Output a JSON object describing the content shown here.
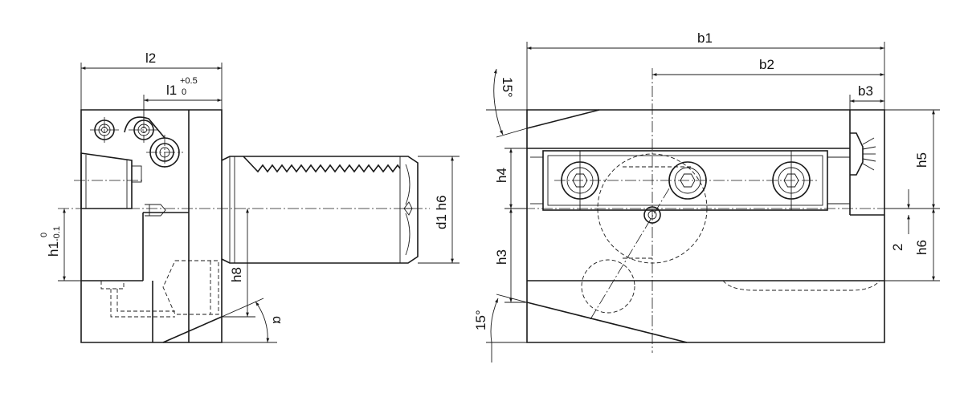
{
  "left_view": {
    "dims": {
      "l2": "l2",
      "l1": "l1",
      "l1_sup": "+0.5",
      "l1_sub": "0",
      "h1": "h1",
      "h1_sup": "0",
      "h1_sub": "-0.1",
      "h8": "h8",
      "d1h6": "d1 h6",
      "alpha": "α"
    }
  },
  "right_view": {
    "dims": {
      "b1": "b1",
      "b2": "b2",
      "b3": "b3",
      "h4": "h4",
      "h5": "h5",
      "h3": "h3",
      "h6": "h6",
      "two": "2",
      "angle_top": "15°",
      "angle_bottom": "15°"
    }
  }
}
